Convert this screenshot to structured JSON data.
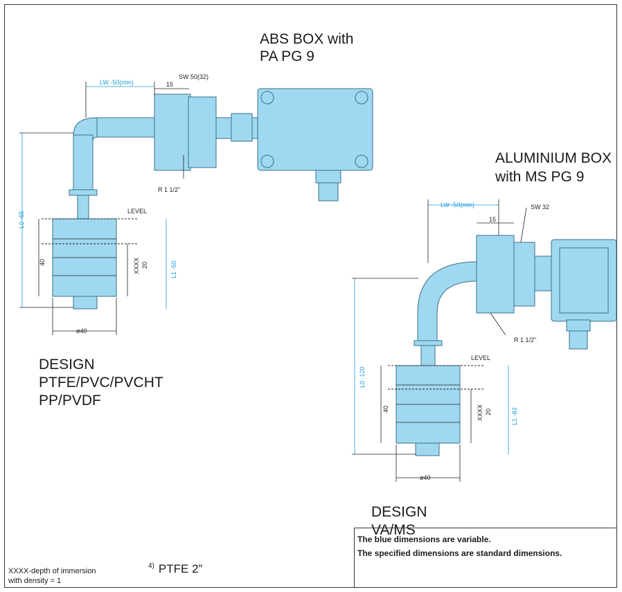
{
  "left_drawing": {
    "box_label_line1": "ABS BOX with",
    "box_label_line2": "PA PG 9",
    "dim_lw": "LW -50(min)",
    "dim_sw": "SW 50(32)",
    "dim_15": "15",
    "dim_r": "R 1 1/2\"",
    "dim_l0": "L0 -65",
    "dim_l1": "L1 -50",
    "dim_level": "LEVEL",
    "dim_40": "40",
    "dim_xxxx": "XXXX",
    "dim_20": "20",
    "dim_dia": "ø40",
    "design_line1": "DESIGN",
    "design_line2": "PTFE/PVC/PVCHT",
    "design_line3": "PP/PVDF"
  },
  "right_drawing": {
    "box_label_line1": "ALUMINIUM BOX",
    "box_label_line2": "with MS PG 9",
    "dim_lw": "LW -50(min)",
    "dim_sw": "SW 32",
    "dim_15": "15",
    "dim_r": "R 1 1/2\"",
    "dim_l0": "L0 -120",
    "dim_l1": "L1 -83",
    "dim_level": "LEVEL",
    "dim_40": "40",
    "dim_xxxx": "XXXX",
    "dim_20": "20",
    "dim_dia": "ø40",
    "design_line1": "DESIGN",
    "design_line2": "VA/MS"
  },
  "note": {
    "line1": "The blue dimensions are variable.",
    "line2": "The specified dimensions are standard dimensions."
  },
  "footnote": {
    "line1": "XXXX-depth of immersion",
    "line2": "with density = 1",
    "ptfe_marker": "4)",
    "ptfe_text": "PTFE 2”"
  },
  "colors": {
    "part_fill": "#9fd8f0",
    "part_stroke": "#3a6f87",
    "variable_dim": "#1a9bd7"
  }
}
